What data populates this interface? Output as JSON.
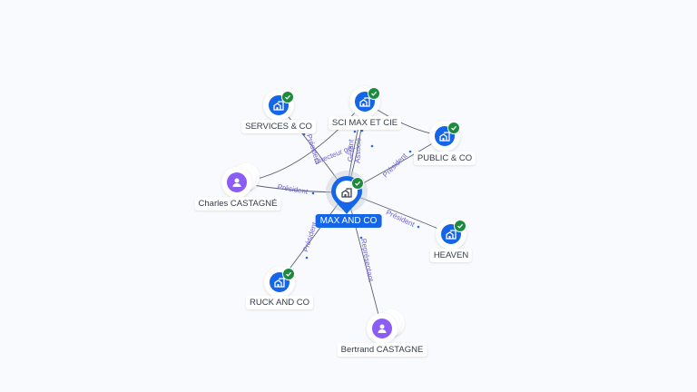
{
  "colors": {
    "background": "#f8fafd",
    "company": "#1565e8",
    "person": "#8b5cf6",
    "verified": "#1e8a3e",
    "edge": "#5a6170",
    "edge_label": "#6b5fd6",
    "center_label_bg": "#1565e8"
  },
  "center": {
    "name": "MAX AND CO",
    "type": "company",
    "icon": "building-icon",
    "verified": true
  },
  "nodes": [
    {
      "id": "services",
      "name": "SERVICES & CO",
      "type": "company",
      "icon": "building-icon",
      "verified": true
    },
    {
      "id": "sci",
      "name": "SCI MAX ET CIE",
      "type": "company",
      "icon": "building-icon",
      "verified": true
    },
    {
      "id": "public",
      "name": "PUBLIC & CO",
      "type": "company",
      "icon": "building-icon",
      "verified": true
    },
    {
      "id": "charles",
      "name": "Charles CASTAGNÉ",
      "type": "person",
      "icon": "person-icon",
      "verified": false
    },
    {
      "id": "heaven",
      "name": "HEAVEN",
      "type": "company",
      "icon": "building-icon",
      "verified": true
    },
    {
      "id": "ruck",
      "name": "RUCK AND CO",
      "type": "company",
      "icon": "building-icon",
      "verified": true
    },
    {
      "id": "bertrand",
      "name": "Bertrand CASTAGNE",
      "type": "person",
      "icon": "person-icon",
      "verified": false
    }
  ],
  "edges": [
    {
      "from": "center",
      "to": "services",
      "label": "Président"
    },
    {
      "from": "charles",
      "to": "sci",
      "label": "Directeur gé..."
    },
    {
      "from": "center",
      "to": "sci",
      "label": "Gérant"
    },
    {
      "from": "center",
      "to": "sci",
      "label": "Associé"
    },
    {
      "from": "sci",
      "to": "public",
      "label": ""
    },
    {
      "from": "center",
      "to": "public",
      "label": "Président"
    },
    {
      "from": "charles",
      "to": "center",
      "label": "Président"
    },
    {
      "from": "center",
      "to": "heaven",
      "label": "Président"
    },
    {
      "from": "center",
      "to": "ruck",
      "label": "Président"
    },
    {
      "from": "bertrand",
      "to": "center",
      "label": "Représentant"
    }
  ]
}
